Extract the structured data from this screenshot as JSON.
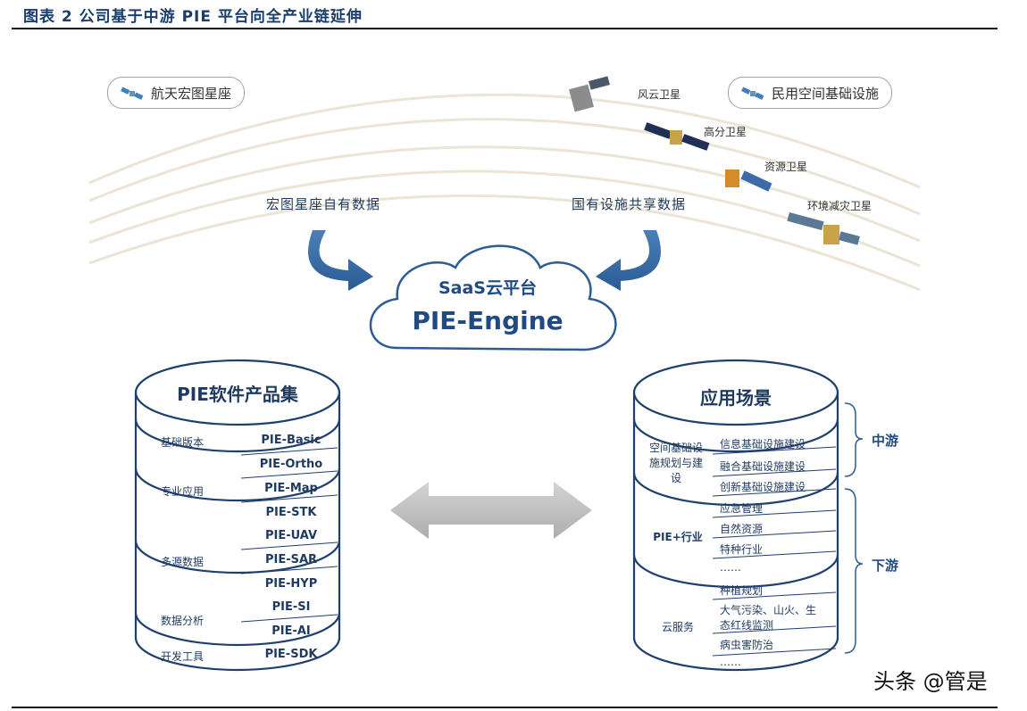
{
  "header": {
    "title": "图表 2 公司基于中游 PIE 平台向全产业链延伸"
  },
  "top": {
    "pill_left": "航天宏图星座",
    "pill_right": "民用空间基础设施",
    "satellites": [
      "风云卫星",
      "高分卫星",
      "资源卫星",
      "环境减灾卫星"
    ],
    "flow_left": "宏图星座自有数据",
    "flow_right": "国有设施共享数据"
  },
  "cloud": {
    "subtitle": "SaaS云平台",
    "title": "PIE-Engine"
  },
  "left_db": {
    "title": "PIE软件产品集",
    "groups": [
      {
        "label": "基础版本",
        "items": [
          "PIE-Basic"
        ]
      },
      {
        "label": "专业应用",
        "items": [
          "PIE-Ortho",
          "PIE-Map",
          "PIE-STK"
        ]
      },
      {
        "label": "多源数据",
        "items": [
          "PIE-UAV",
          "PIE-SAR",
          "PIE-HYP"
        ]
      },
      {
        "label": "数据分析",
        "items": [
          "PIE-SI",
          "PIE-AI"
        ]
      },
      {
        "label": "开发工具",
        "items": [
          "PIE-SDK"
        ]
      }
    ]
  },
  "right_db": {
    "title": "应用场景",
    "groups": [
      {
        "label": "空间基础设施规划与建设",
        "items": [
          "信息基础设施建设",
          "融合基础设施建设",
          "创新基础设施建设"
        ]
      },
      {
        "label": "PIE+行业",
        "items": [
          "应急管理",
          "自然资源",
          "特种行业",
          "……"
        ]
      },
      {
        "label": "云服务",
        "items": [
          "种植规划",
          "大气污染、山火、生态红线监测",
          "病虫害防治",
          "……"
        ]
      }
    ]
  },
  "tiers": {
    "mid": "中游",
    "down": "下游"
  },
  "watermark": "头条 @管是",
  "colors": {
    "navy": "#1a3d6e",
    "arrow_blue": "#3a6fa8",
    "grey_arrow": "#bdbdbd",
    "orbit": "#ece4d4"
  }
}
